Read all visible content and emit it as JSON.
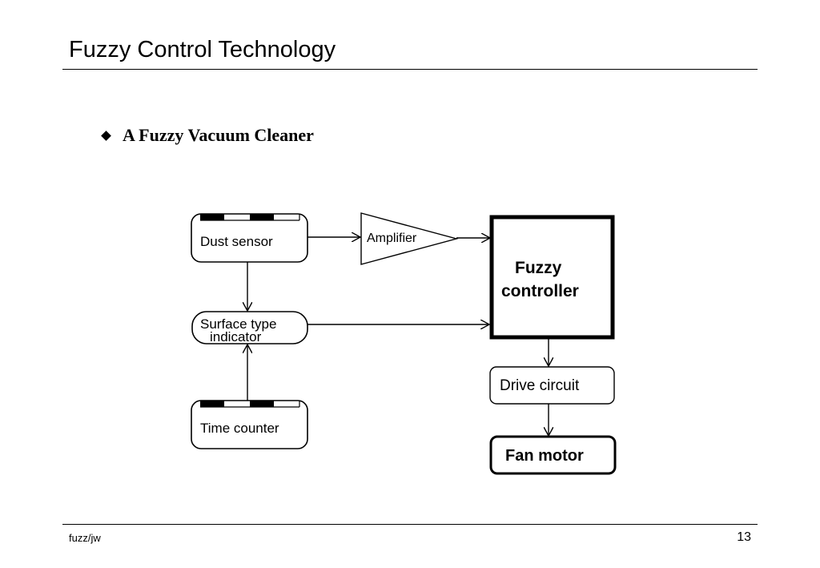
{
  "slide": {
    "title": "Fuzzy Control Technology",
    "bullet": "A Fuzzy Vacuum Cleaner"
  },
  "diagram": {
    "nodes": {
      "dust_sensor": "Dust sensor",
      "amplifier": "Amplifier",
      "fuzzy_controller_line1": "Fuzzy",
      "fuzzy_controller_line2": "controller",
      "surface_type_line1": "Surface type",
      "surface_type_line2": "indicator",
      "time_counter": "Time counter",
      "drive_circuit": "Drive circuit",
      "fan_motor": "Fan motor"
    },
    "edges": [
      {
        "from": "dust_sensor",
        "to": "amplifier"
      },
      {
        "from": "amplifier",
        "to": "fuzzy_controller"
      },
      {
        "from": "dust_sensor",
        "to": "surface_type_indicator"
      },
      {
        "from": "surface_type_indicator",
        "to": "fuzzy_controller"
      },
      {
        "from": "time_counter",
        "to": "surface_type_indicator"
      },
      {
        "from": "fuzzy_controller",
        "to": "drive_circuit"
      },
      {
        "from": "drive_circuit",
        "to": "fan_motor"
      }
    ]
  },
  "footer": {
    "left": "fuzz/jw",
    "page_number": "13"
  }
}
